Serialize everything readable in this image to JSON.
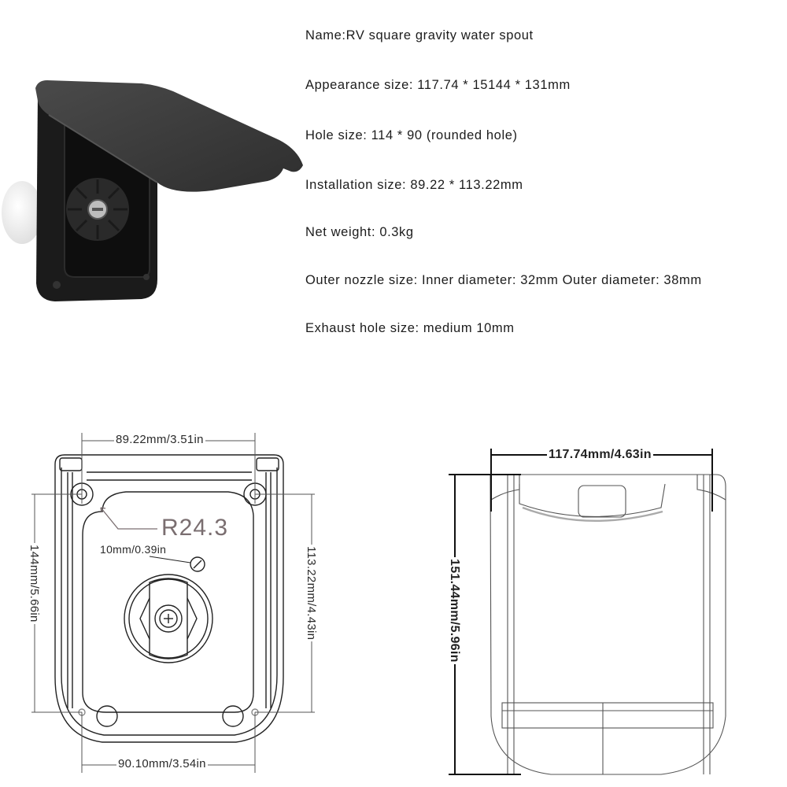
{
  "specs": [
    {
      "label": "Name:RV square gravity water spout"
    },
    {
      "label": "Appearance size: 117.74 * 15144 * 131mm"
    },
    {
      "label": "Hole size: 114 * 90 (rounded hole)"
    },
    {
      "label": "Installation size: 89.22 * 113.22mm"
    },
    {
      "label": "Net weight: 0.3kg"
    },
    {
      "label": "Outer nozzle size: Inner diameter: 32mm Outer diameter: 38mm"
    },
    {
      "label": "Exhaust hole size: medium 10mm"
    }
  ],
  "front_drawing": {
    "top_width": "89.22mm/3.51in",
    "bottom_width": "90.10mm/3.54in",
    "left_height": "144mm/5.66in",
    "right_height": "113.22mm/4.43in",
    "radius": "R24.3",
    "exhaust_hole": "10mm/0.39in"
  },
  "side_drawing": {
    "width": "117.74mm/4.63in",
    "height": "151.44mm/5.96in"
  },
  "colors": {
    "line": "#222222",
    "radius_text": "#7a6e70",
    "product_body": "#1e1e1e",
    "product_lid": "#3a3a3a"
  }
}
